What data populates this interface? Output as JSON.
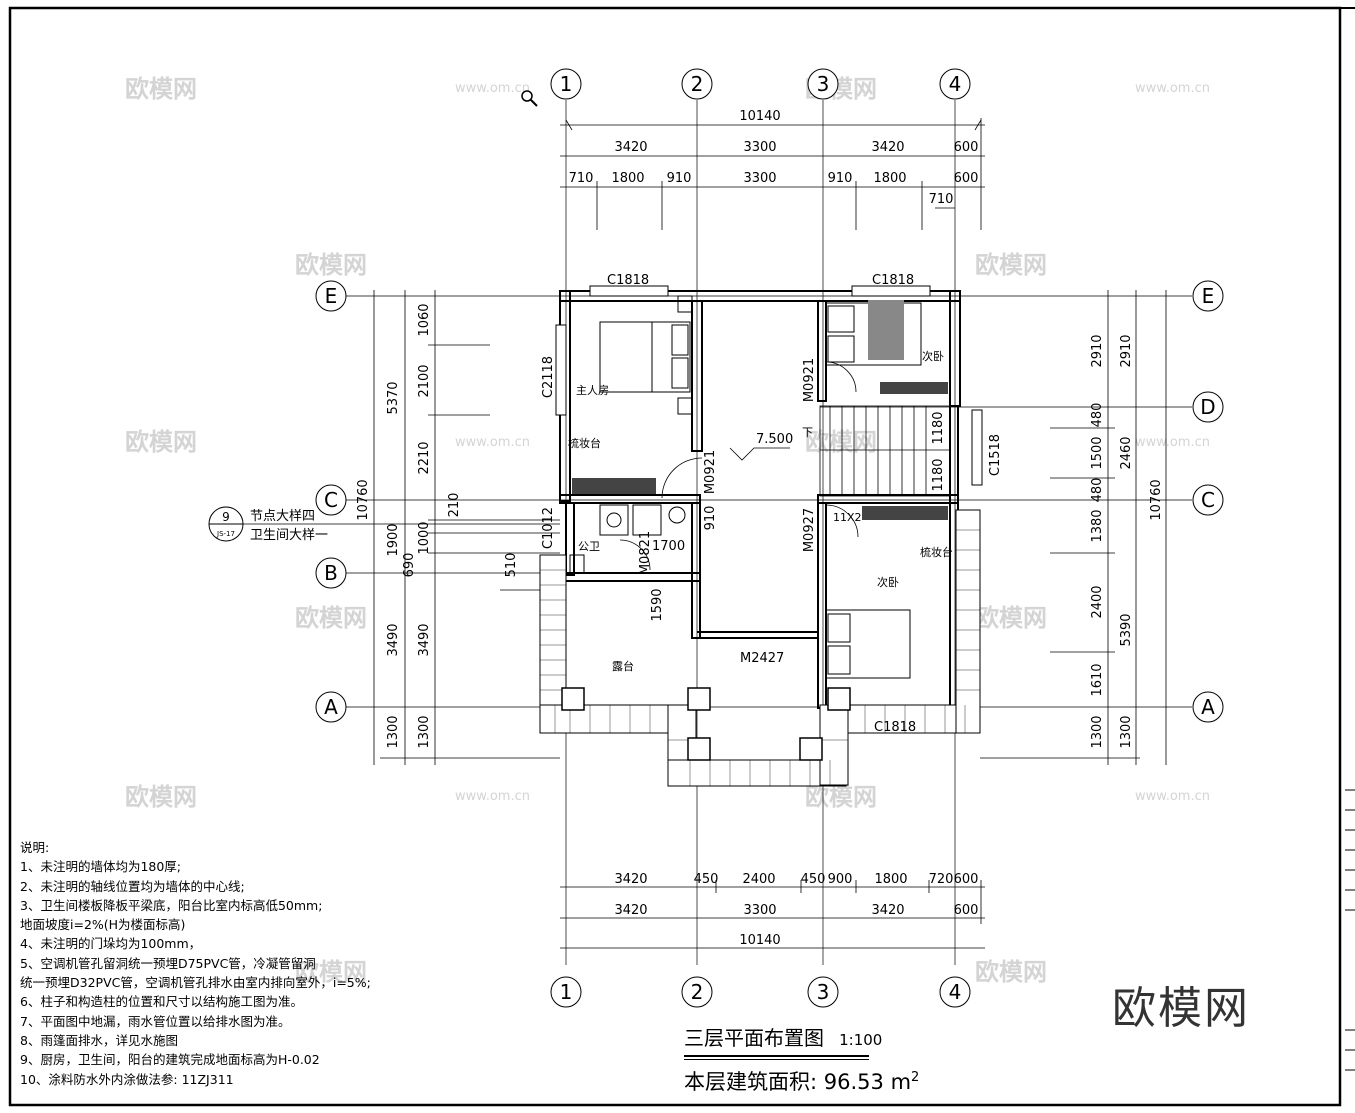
{
  "drawing": {
    "title": "三层平面布置图",
    "scale": "1:100",
    "area_label": "本层建筑面积:",
    "area_value": "96.53",
    "area_unit": "m",
    "area_sup": "2"
  },
  "axes": {
    "vertical": [
      "1",
      "2",
      "3",
      "4"
    ],
    "horizontal": [
      "E",
      "D",
      "C",
      "B",
      "A"
    ]
  },
  "dims": {
    "top_total": "10140",
    "top_row2": [
      "3420",
      "3300",
      "3420",
      "600"
    ],
    "top_row3": [
      "710",
      "1800",
      "910",
      "3300",
      "910",
      "1800",
      "600"
    ],
    "top_710": "710",
    "bottom_row1": [
      "3420",
      "450",
      "2400",
      "450",
      "900",
      "1800",
      "720",
      "600"
    ],
    "bottom_row2": [
      "3420",
      "3300",
      "3420",
      "600"
    ],
    "bottom_total": "10140",
    "left_outer": [
      "5370",
      "3490",
      "1300"
    ],
    "left_total": "10760",
    "left_inner": [
      "1060",
      "2100",
      "2210",
      "1900",
      "690",
      "3490",
      "1300"
    ],
    "left_small": [
      "210",
      "1000",
      "510"
    ],
    "right_outer": [
      "2910",
      "2460",
      "5390",
      "1300"
    ],
    "right_total": "10760",
    "right_inner": [
      "2910",
      "480",
      "1500",
      "480",
      "1380",
      "2400",
      "1610",
      "1300"
    ]
  },
  "rooms": {
    "master": "主人房",
    "vanity1": "梳妆台",
    "vanity2": "梳妆台",
    "bed2": "次卧",
    "bed3": "次卧",
    "toilet": "公卫",
    "terrace": "露台",
    "level": "7.500",
    "down": "下"
  },
  "tags": {
    "c1818_left": "C1818",
    "c1818_right": "C1818",
    "c2118": "C2118",
    "c1518": "C1518",
    "c1012": "C1012",
    "c1818_bottom": "C1818",
    "m0921_a": "M0921",
    "m0921_b": "M0921",
    "m0927": "M0927",
    "m0821": "M0821",
    "m2427": "M2427",
    "d1700": "1700",
    "d910": "910",
    "d1590": "1590",
    "d1180a": "1180",
    "d1180b": "1180",
    "d11x2": "11X2"
  },
  "detail": {
    "number": "9",
    "ref": "JS-17",
    "line1": "节点大样四",
    "line2": "卫生间大样一"
  },
  "notes": {
    "heading": "说明:",
    "items": [
      "1、未注明的墙体均为180厚;",
      "2、未注明的轴线位置均为墙体的中心线;",
      "3、卫生间楼板降板平梁底，阳台比室内标高低50mm;",
      "   地面坡度i=2%(H为楼面标高)",
      "4、未注明的门垛均为100mm，",
      "5、空调机管孔留洞统一预埋D75PVC管，冷凝管留洞",
      "   统一预埋D32PVC管，空调机管孔排水由室内排向室外，i=5%;",
      "6、柱子和构造柱的位置和尺寸以结构施工图为准。",
      "7、平面图中地漏，雨水管位置以给排水图为准。",
      "8、雨篷面排水，详见水施图",
      "9、厨房，卫生间，阳台的建筑完成地面标高为H-0.02",
      "10、涂料防水外内涂做法参: 11ZJ311"
    ]
  },
  "watermark": {
    "cn": "欧模网",
    "url": "www.om.cn",
    "brand": "欧模网"
  }
}
